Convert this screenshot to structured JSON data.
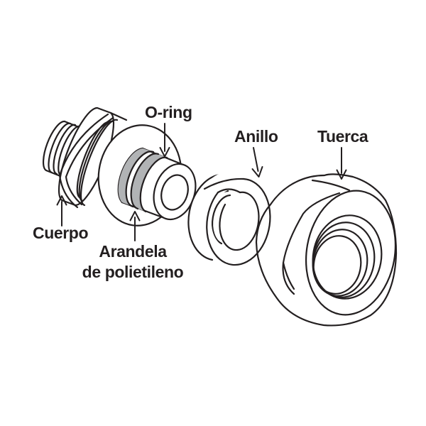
{
  "diagram": {
    "description": "Exploded view of a compression pipe fitting with labeled parts",
    "colors": {
      "background": "#ffffff",
      "line": "#231f20",
      "band_gray": "#b1b3b5"
    },
    "labels": {
      "oring": "O-ring",
      "anillo": "Anillo",
      "tuerca": "Tuerca",
      "cuerpo": "Cuerpo",
      "arandela_line1": "Arandela",
      "arandela_line2": "de polietileno"
    },
    "parts": [
      "Cuerpo",
      "O-ring",
      "Arandela de polietileno",
      "Anillo",
      "Tuerca"
    ]
  }
}
